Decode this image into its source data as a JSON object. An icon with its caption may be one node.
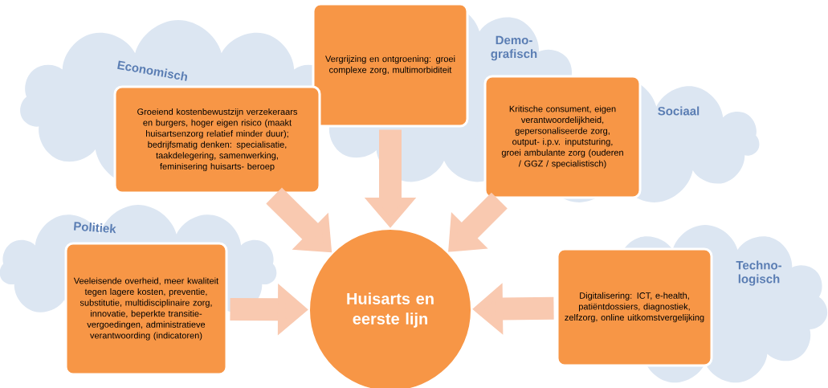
{
  "diagram": {
    "nodes": [
      {
        "text": [
          "Economisch"
        ]
      },
      {
        "text": [
          "Demo- grafisch"
        ]
      },
      {
        "text": [
          "Sociaal"
        ]
      },
      {
        "text": [
          "Politiek"
        ]
      },
      {
        "text": [
          "Techno- logisch"
        ]
      },
      {
        "text": [
          "Groeiend kostenbewustzijn verzekeraars en burgers, hoger eigen risico (maakt huisartsenzorg relatief minder duur); bedrijfsmatig denken: specialisatie, taakdelegering, samenwerking, feminisering huisarts- beroep"
        ]
      },
      {
        "text": [
          "Vergrijzing en ontgroening: groei complexe zorg, multimorbiditeit"
        ],
        "in": 1
      },
      {
        "text": [
          "Kritische consument, eigen verantwoordelijkheid, gepersonaliseerde zorg, output- i.p.v. inputsturing, groei ambulante zorg (ouderen / GGZ / specialistisch)"
        ],
        "in": 2
      },
      {
        "text": [
          "Veeleisende overheid, meer kwaliteit tegen lagere kosten, preventie, substitutie, multidisciplinaire zorg, innovatie, beperkte transitie-vergoedingen, administratieve verantwoording (indicatoren)"
        ]
      },
      {
        "text": [
          "Digitalisering: ICT, e-health, patiëntdossiers, diagnostiek, zelfzorg, online uitkomstvergelijking"
        ]
      },
      {
        "text": [
          "Huisarts en eerste lijn"
        ]
      }
    ],
    "edges": [
      {
        "from": 5,
        "to": 10,
        "arrow": "to"
      },
      {
        "from": 6,
        "to": 10,
        "arrow": "to"
      },
      {
        "from": 7,
        "to": 10,
        "arrow": "to"
      },
      {
        "from": 8,
        "to": 10,
        "arrow": "to"
      },
      {
        "from": 9,
        "to": 10,
        "arrow": "to"
      }
    ]
  }
}
